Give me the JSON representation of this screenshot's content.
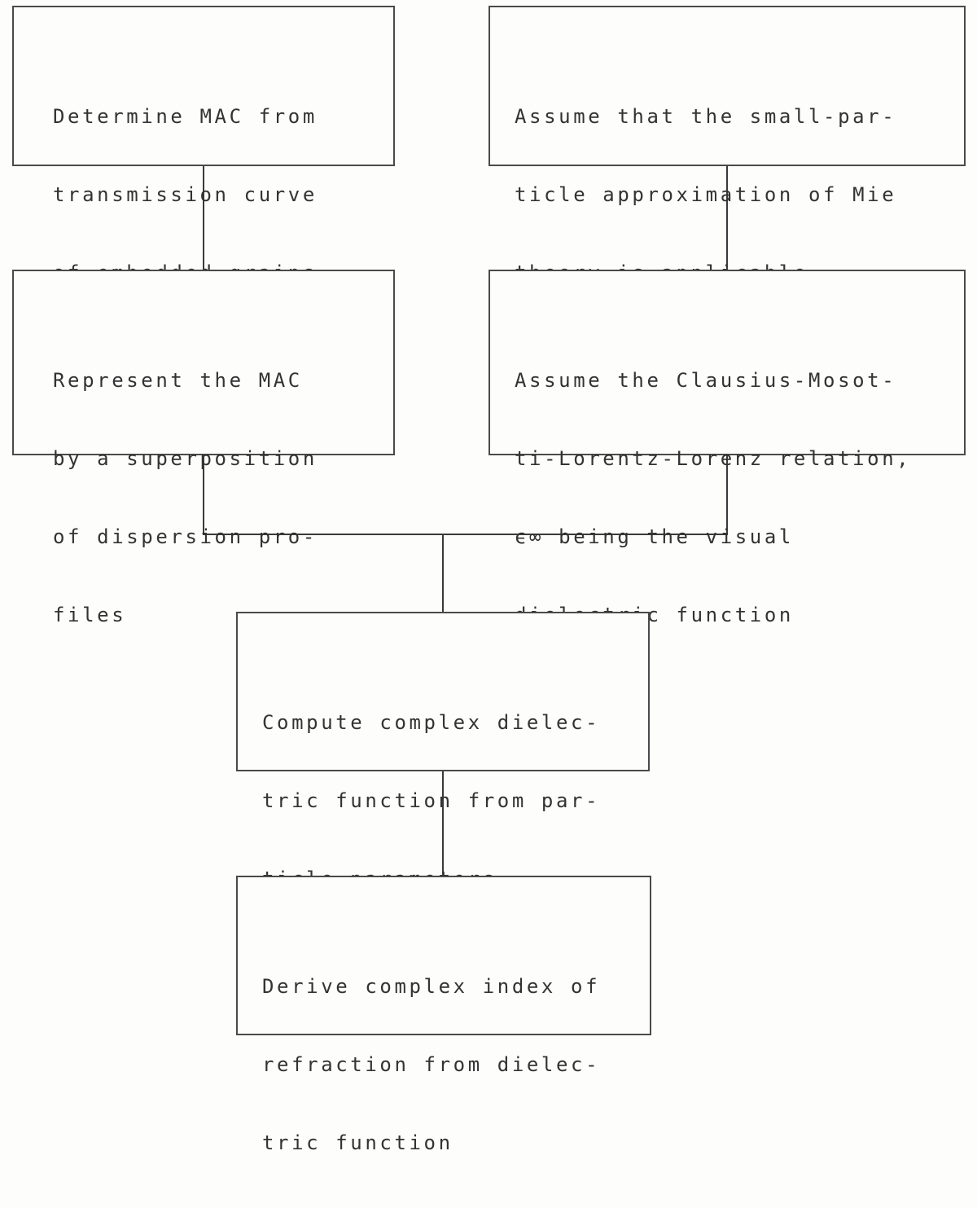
{
  "diagram": {
    "boxes": [
      {
        "id": "determine-mac",
        "lines": [
          "Determine MAC from",
          "transmission curve",
          "of embedded grains"
        ]
      },
      {
        "id": "assume-small-particle",
        "lines": [
          "Assume that the small-par-",
          "ticle approximation of Mie",
          "theory is applicable"
        ]
      },
      {
        "id": "represent-mac",
        "lines": [
          "Represent the MAC",
          "by a superposition",
          "of dispersion pro-",
          "files"
        ]
      },
      {
        "id": "assume-clausius",
        "lines": [
          "Assume the Clausius-Mosot-",
          "ti-Lorentz-Lorenz relation,",
          "ϵ∞ being the visual",
          "dielectric function"
        ]
      },
      {
        "id": "compute-dielectric",
        "lines": [
          "Compute complex dielec-",
          "tric function from par-",
          "ticle parameters"
        ]
      },
      {
        "id": "derive-index",
        "lines": [
          "Derive complex index of",
          "refraction from dielec-",
          "tric function"
        ]
      }
    ]
  }
}
